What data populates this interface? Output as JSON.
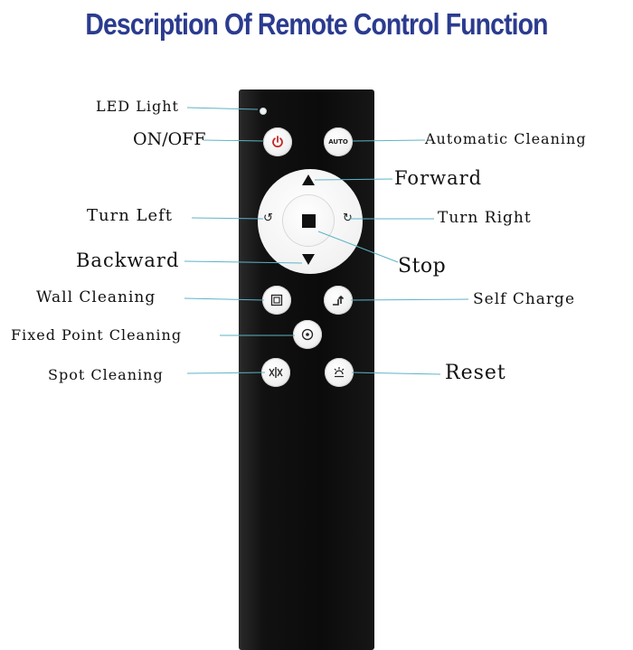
{
  "title": "Description Of Remote Control Function",
  "colors": {
    "title": "#2b3b8f",
    "leader_line": "#5fb3c6",
    "remote_body": "#111111",
    "button_face": "#f2f2f2",
    "power_red": "#c62828"
  },
  "icons": {
    "power": "power-icon",
    "auto": "auto-icon",
    "forward": "up-arrow-icon",
    "backward": "down-arrow-icon",
    "turn_left": "rotate-left-icon",
    "turn_right": "rotate-right-icon",
    "stop": "stop-icon",
    "wall": "wall-cleaning-icon",
    "self_charge": "dock-icon",
    "fixed_point": "target-icon",
    "spot": "spot-cleaning-icon",
    "reset": "reset-icon"
  },
  "buttons": {
    "auto_label": "AUTO"
  },
  "labels": {
    "led_light": "LED Light",
    "on_off": "ON/OFF",
    "automatic_cleaning": "Automatic Cleaning",
    "forward": "Forward",
    "turn_left": "Turn Left",
    "turn_right": "Turn Right",
    "backward": "Backward",
    "stop": "Stop",
    "wall_cleaning": "Wall Cleaning",
    "self_charge": "Self Charge",
    "fixed_point_cleaning": "Fixed Point Cleaning",
    "spot_cleaning": "Spot Cleaning",
    "reset": "Reset"
  }
}
